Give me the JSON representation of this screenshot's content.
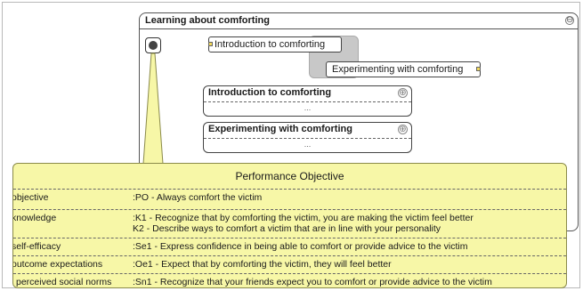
{
  "process": {
    "title": "Learning about comforting",
    "collapse_symbol": "⊖"
  },
  "tasks": {
    "intro": "Introduction to comforting",
    "experiment": "Experimenting with comforting"
  },
  "lanes": [
    {
      "title": "Introduction to comforting",
      "dots": "...",
      "expand_symbol": "⊕"
    },
    {
      "title": "Experimenting with comforting",
      "dots": "...",
      "expand_symbol": "⊕"
    }
  ],
  "performance_objective": {
    "title": "Performance Objective",
    "rows": [
      {
        "label": "objective",
        "values": [
          ":PO - Always comfort the victim"
        ]
      },
      {
        "label": "knowledge",
        "values": [
          ":K1 - Recognize that by comforting the victim, you are making the victim feel better",
          "K2 - Describe ways to comfort a victim that are in line with your personality"
        ]
      },
      {
        "label": "self-efficacy",
        "values": [
          ":Se1 - Express confidence in being able to comfort or provide advice to the victim"
        ]
      },
      {
        "label": "outcome expectations",
        "values": [
          ":Oe1 - Expect that by comforting the victim, they will feel better"
        ]
      },
      {
        "label": "perceived social norms",
        "values": [
          ":Sn1 - Recognize that your friends expect you to comfort or provide advice to the victim"
        ]
      }
    ]
  },
  "colors": {
    "note_fill": "#f7f7a7",
    "port_fill": "#f2d85a",
    "subprocess_fill": "#c8c8c8"
  }
}
